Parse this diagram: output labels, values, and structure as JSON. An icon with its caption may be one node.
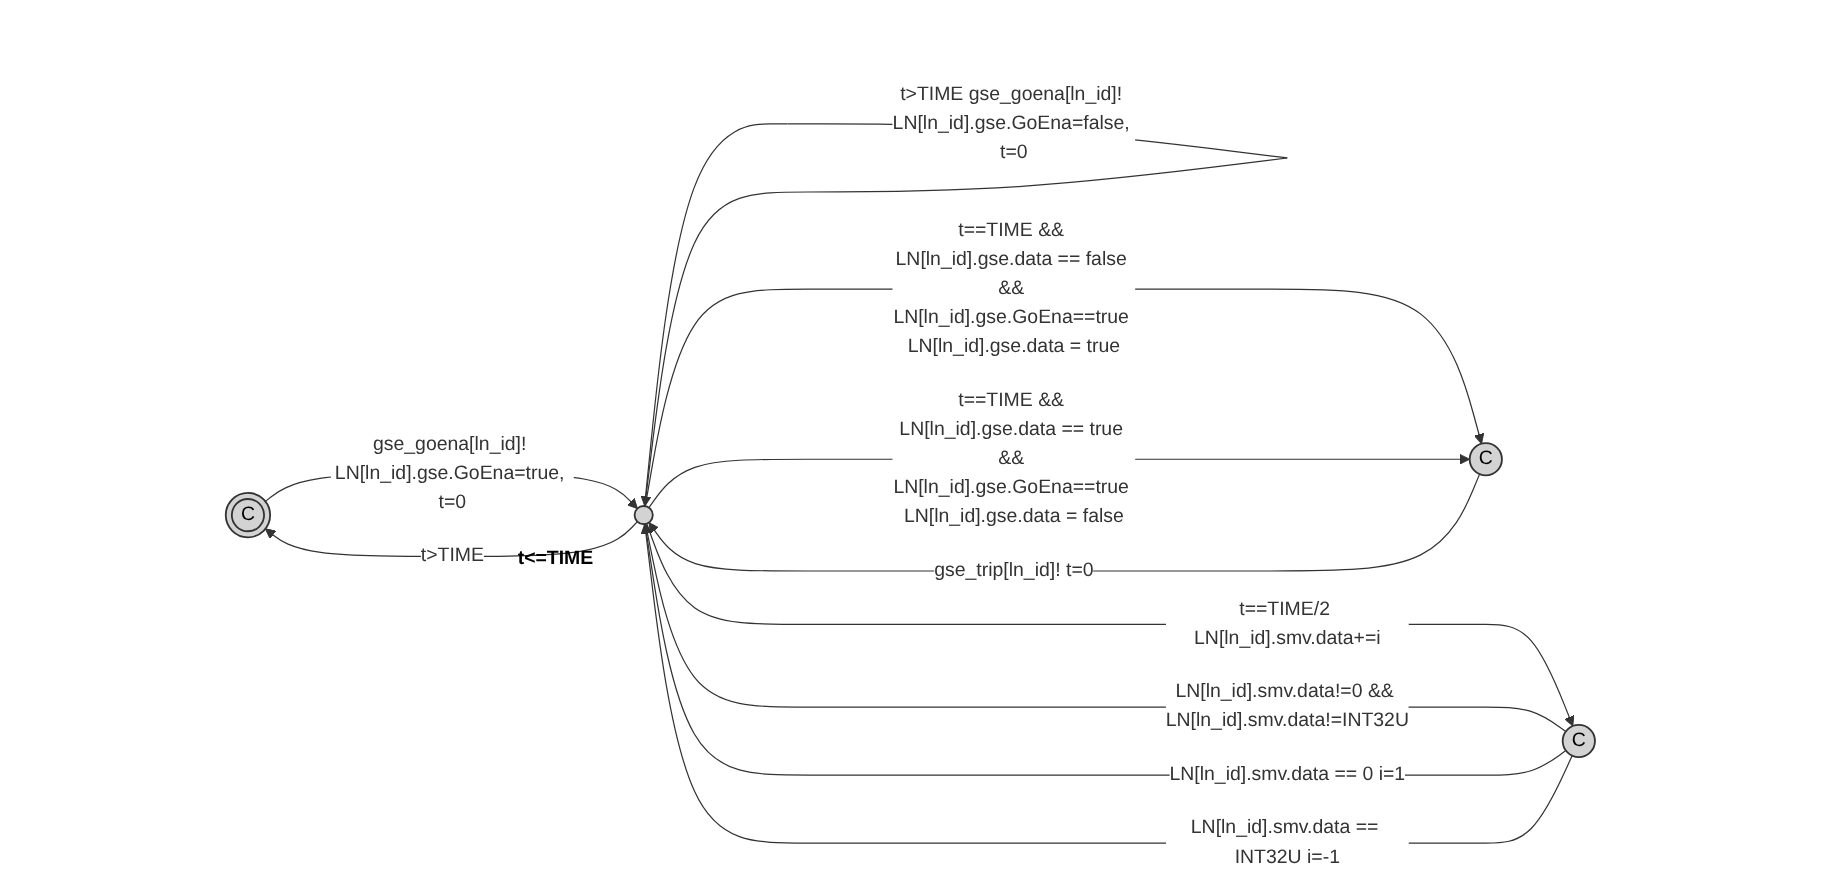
{
  "diagram": {
    "nodes": [
      {
        "text": [
          "C"
        ]
      },
      {
        "text": [],
        "shape": "circle",
        "beside": [
          "t<=TIME"
        ]
      },
      {
        "text": [
          "C"
        ]
      },
      {
        "text": [
          "C"
        ]
      }
    ],
    "edges": [
      {
        "from": 0,
        "to": 1,
        "arrow": "to",
        "label": "gse_goena[ln_id]! LN[ln_id].gse.GoEna=true, t=0"
      },
      {
        "from": 1,
        "to": 0,
        "arrow": "to",
        "label": "t>TIME"
      },
      {
        "from": 1,
        "to": 1,
        "arrow": "to",
        "label": "t>TIME gse_goena[ln_id]! LN[ln_id].gse.GoEna=false, t=0"
      },
      {
        "from": 2,
        "to": 1,
        "arrow": "to",
        "label": "gse_trip[ln_id]! t=0"
      },
      {
        "from": 1,
        "to": 2,
        "arrow": "to",
        "label": "t==TIME && LN[ln_id].gse.data == false && LN[ln_id].gse.GoEna==true LN[ln_id].gse.data = true"
      },
      {
        "from": 1,
        "to": 2,
        "arrow": "to",
        "label": "t==TIME && LN[ln_id].gse.data == true && LN[ln_id].gse.GoEna==true LN[ln_id].gse.data = false"
      },
      {
        "from": 1,
        "to": 3,
        "arrow": "to",
        "label": "t==TIME/2 LN[ln_id].smv.data+=i"
      },
      {
        "from": 3,
        "to": 1,
        "arrow": "to",
        "label": "LN[ln_id].smv.data!=0 && LN[ln_id].smv.data!=INT32U"
      },
      {
        "from": 3,
        "to": 1,
        "arrow": "to",
        "label": "LN[ln_id].smv.data == 0 i=1"
      },
      {
        "from": 3,
        "to": 1,
        "arrow": "to",
        "label": "LN[ln_id].smv.data == INT32U i=-1"
      }
    ]
  }
}
